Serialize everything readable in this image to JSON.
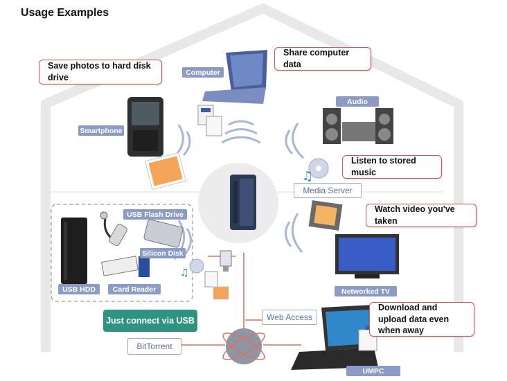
{
  "title": "Usage Examples",
  "labels": {
    "computer": "Computer",
    "smartphone": "Smartphone",
    "audio": "Audio",
    "media_server": "Media Server",
    "usb_flash_drive": "USB Flash Drive",
    "silicon_disk": "Silicon Disk",
    "usb_hdd": "USB HDD",
    "card_reader": "Card Reader",
    "networked_tv": "Networked TV",
    "web_access": "Web Access",
    "bittorrent": "BitTorrent",
    "umpc": "UMPC"
  },
  "callouts": {
    "save_photos": "Save photos to hard disk drive",
    "share_computer": "Share computer data",
    "listen_music": "Listen to stored music",
    "watch_video": "Watch video you've taken",
    "download_upload": "Download and upload data even when away",
    "just_connect": "Just connect via USB"
  },
  "colors": {
    "callout_border": "#d9534f",
    "tag_fill": "#8b9bc6",
    "usb_note_fill": "#2e9480",
    "network_line": "#e07060",
    "house_outline": "#e6e6e6"
  }
}
